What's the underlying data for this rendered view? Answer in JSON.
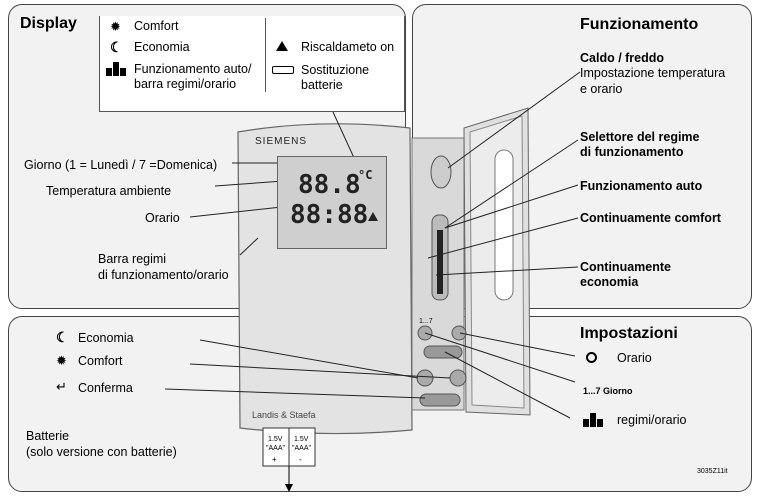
{
  "display": {
    "title": "Display",
    "legend": {
      "comfort": "Comfort",
      "economia": "Economia",
      "auto_line1": "Funzionamento auto/",
      "auto_line2": "barra regimi/orario",
      "riscaldamento": "Riscaldameto on",
      "batterie_line1": "Sostituzione",
      "batterie_line2": "batterie"
    },
    "giorno": "Giorno (1 = Lunedì / 7 =Domenica)",
    "temperatura": "Temperatura ambiente",
    "orario": "Orario",
    "barra_line1": "Barra regimi",
    "barra_line2": "di funzionamento/orario"
  },
  "funzionamento": {
    "title": "Funzionamento",
    "caldo_title": "Caldo / freddo",
    "caldo_sub1": "Impostazione temperatura",
    "caldo_sub2": "e orario",
    "selettore_line1": "Selettore del regime",
    "selettore_line2": "di funzionamento",
    "auto": "Funzionamento auto",
    "comfort": "Continuamente comfort",
    "economia_line1": "Continuamente",
    "economia_line2": "economia"
  },
  "impostazioni": {
    "title": "Impostazioni",
    "orario": "Orario",
    "giorno": "1...7 Giorno",
    "regimi": "regimi/orario"
  },
  "bottom_left": {
    "economia": "Economia",
    "comfort": "Comfort",
    "conferma": "Conferma",
    "batterie_line1": "Batterie",
    "batterie_line2": "(solo versione con batterie)"
  },
  "device": {
    "brand": "SIEMENS",
    "maker": "Landis & Staefa",
    "lcd_temp": "88.8",
    "lcd_unit": "°C",
    "lcd_time": "88:88",
    "battery_voltage": "1.5V",
    "battery_type": "\"AAA\"",
    "battery_plus": "+",
    "battery_minus": "-",
    "btn_label": "1...7"
  },
  "figure_code": "3035Z11it",
  "icons": [
    "sun-icon",
    "moon-icon",
    "auto-bars-icon",
    "heating-triangle-icon",
    "battery-icon",
    "clock-icon",
    "enter-icon",
    "thermometer-icon"
  ]
}
